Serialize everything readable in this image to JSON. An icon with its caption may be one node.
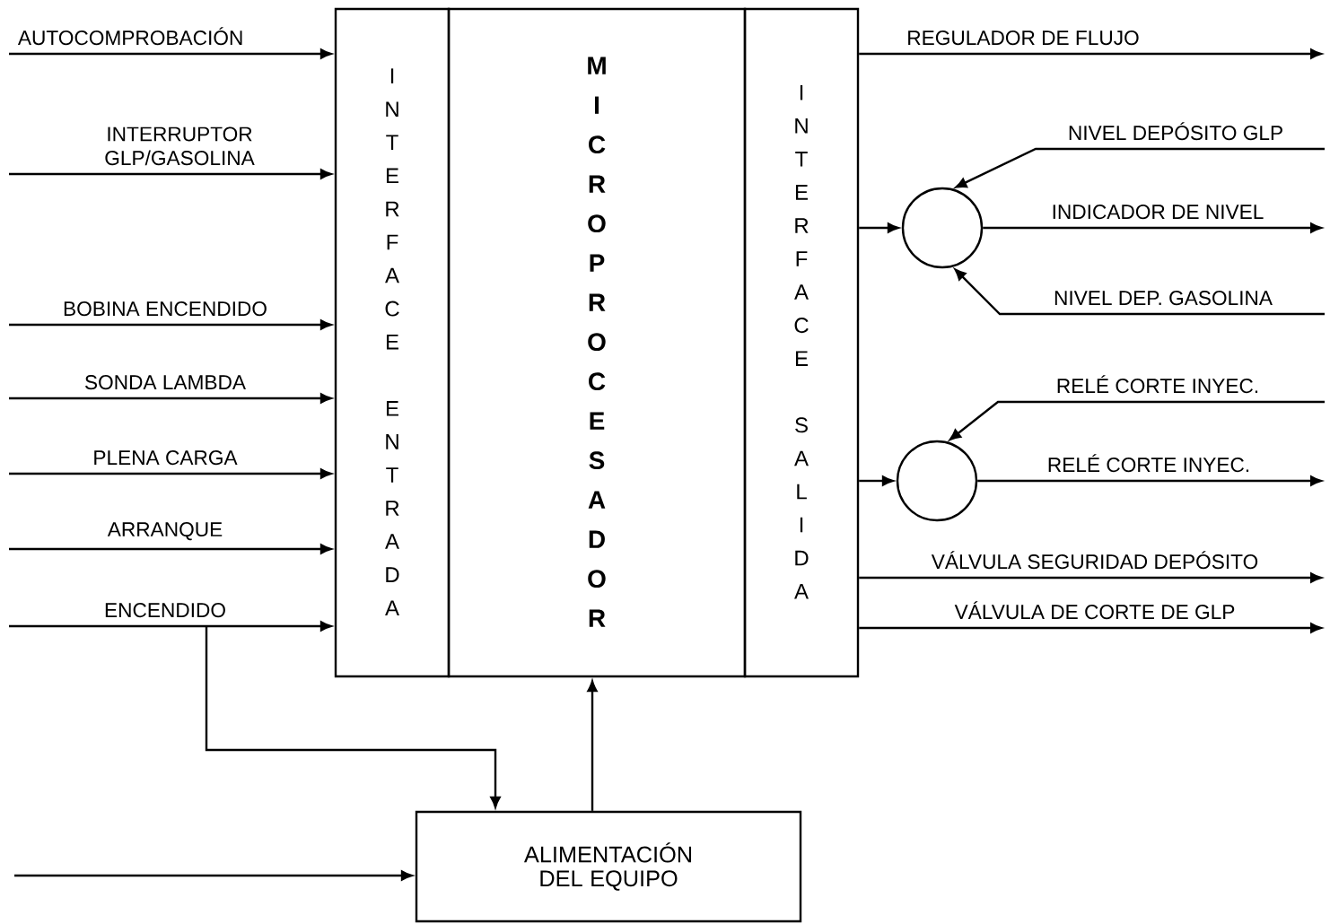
{
  "diagram": {
    "nodes": [
      {
        "text": [
          "INTERFACE ENTRADA"
        ]
      },
      {
        "text": [
          "MICROPROCESADOR"
        ]
      },
      {
        "text": [
          "INTERFACE SALIDA"
        ]
      },
      {
        "text": [
          "ALIMENTACIÓN DEL EQUIPO"
        ]
      },
      {
        "text": [],
        "shape": "circle"
      },
      {
        "text": [],
        "shape": "circle"
      }
    ],
    "edges": [
      {
        "from": null,
        "to": 0,
        "arrow": "to",
        "label": "AUTOCOMPROBACIÓN"
      },
      {
        "from": null,
        "to": 0,
        "arrow": "to",
        "label": "INTERRUPTOR GLP/GASOLINA"
      },
      {
        "from": null,
        "to": 0,
        "arrow": "to",
        "label": "BOBINA ENCENDIDO"
      },
      {
        "from": null,
        "to": 0,
        "arrow": "to",
        "label": "SONDA LAMBDA"
      },
      {
        "from": null,
        "to": 0,
        "arrow": "to",
        "label": "PLENA CARGA"
      },
      {
        "from": null,
        "to": 0,
        "arrow": "to",
        "label": "ARRANQUE"
      },
      {
        "from": null,
        "to": 0,
        "arrow": "to",
        "label": "ENCENDIDO"
      },
      {
        "from": null,
        "to": 3,
        "arrow": "to"
      },
      {
        "from": null,
        "to": 3,
        "arrow": "to"
      },
      {
        "from": 3,
        "to": 1,
        "arrow": "to"
      },
      {
        "from": 2,
        "to": null,
        "arrow": "to",
        "label": "REGULADOR DE FLUJO"
      },
      {
        "from": null,
        "to": 4,
        "arrow": "to",
        "label": "NIVEL DEPÓSITO GLP"
      },
      {
        "from": 2,
        "to": 4,
        "arrow": "to"
      },
      {
        "from": 4,
        "to": null,
        "arrow": "to",
        "label": "INDICADOR DE NIVEL"
      },
      {
        "from": null,
        "to": 4,
        "arrow": "to",
        "label": "NIVEL DEP. GASOLINA"
      },
      {
        "from": null,
        "to": 5,
        "arrow": "to",
        "label": "RELÉ CORTE INYEC."
      },
      {
        "from": 2,
        "to": 5,
        "arrow": "to"
      },
      {
        "from": 5,
        "to": null,
        "arrow": "to",
        "label": "RELÉ CORTE INYEC."
      },
      {
        "from": 2,
        "to": null,
        "arrow": "to",
        "label": "VÁLVULA SEGURIDAD DEPÓSITO"
      },
      {
        "from": 2,
        "to": null,
        "arrow": "to",
        "label": "VÁLVULA DE CORTE DE GLP"
      }
    ]
  }
}
